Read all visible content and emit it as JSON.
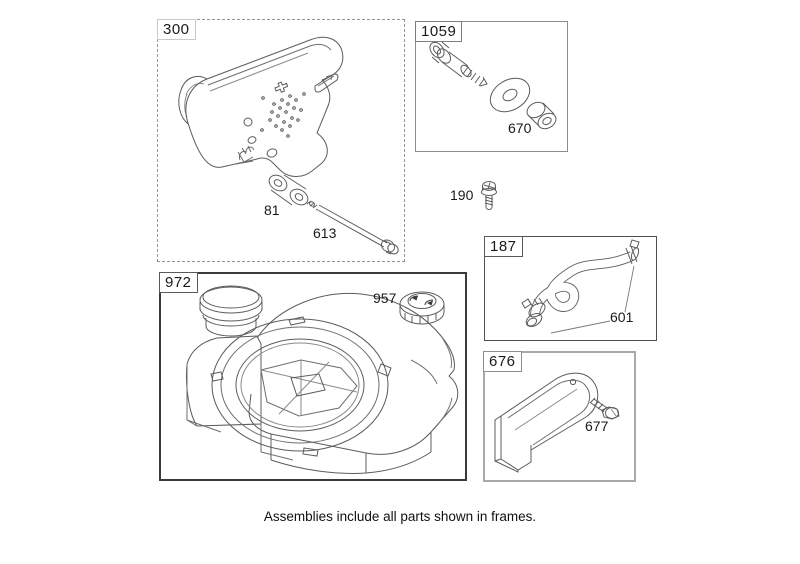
{
  "caption": "Assemblies include all parts shown in frames.",
  "frames": {
    "f300": {
      "id": "300",
      "parts": {
        "p81": "81",
        "p613": "613"
      }
    },
    "f1059": {
      "id": "1059",
      "parts": {
        "p670": "670"
      }
    },
    "f187": {
      "id": "187",
      "parts": {
        "p601": "601"
      }
    },
    "f972": {
      "id": "972",
      "parts": {
        "p957": "957"
      }
    },
    "f676": {
      "id": "676",
      "parts": {
        "p677": "677"
      }
    }
  },
  "loose": {
    "p190": "190"
  }
}
